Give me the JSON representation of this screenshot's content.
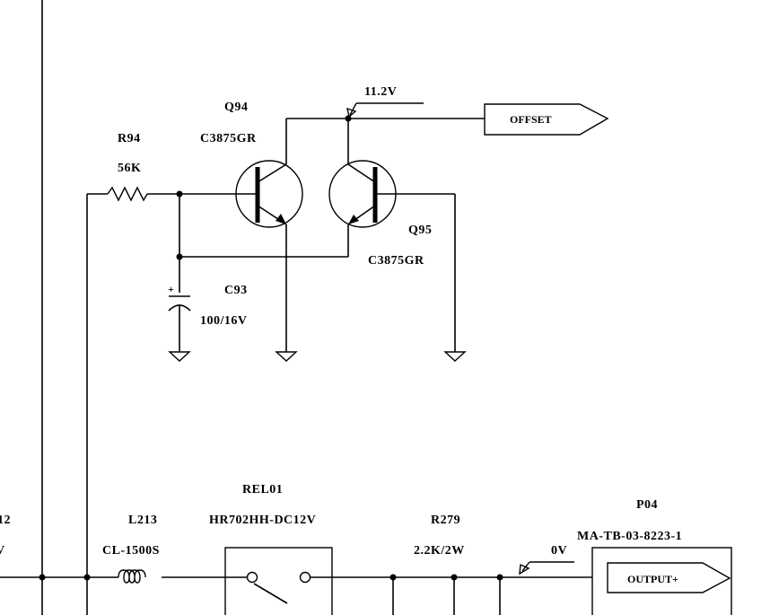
{
  "components": {
    "r94": {
      "ref": "R94",
      "value": "56K"
    },
    "q94": {
      "ref": "Q94",
      "part": "C3875GR"
    },
    "q95": {
      "ref": "Q95",
      "part": "C3875GR"
    },
    "c93": {
      "ref": "C93",
      "value": "100/16V",
      "polarity": "+"
    },
    "l213": {
      "ref": "L213",
      "part": "CL-1500S"
    },
    "rel01": {
      "ref": "REL01",
      "part": "HR702HH-DC12V"
    },
    "r279": {
      "ref": "R279",
      "value": "2.2K/2W"
    },
    "p04": {
      "ref": "P04",
      "part": "MA-TB-03-8223-1"
    }
  },
  "labels": {
    "voltage_11v2": "11.2V",
    "voltage_0v": "0V",
    "offset_port": "OFFSET",
    "output_port": "OUTPUT+",
    "cut_left_top": "12",
    "cut_left_bottom": "V"
  }
}
